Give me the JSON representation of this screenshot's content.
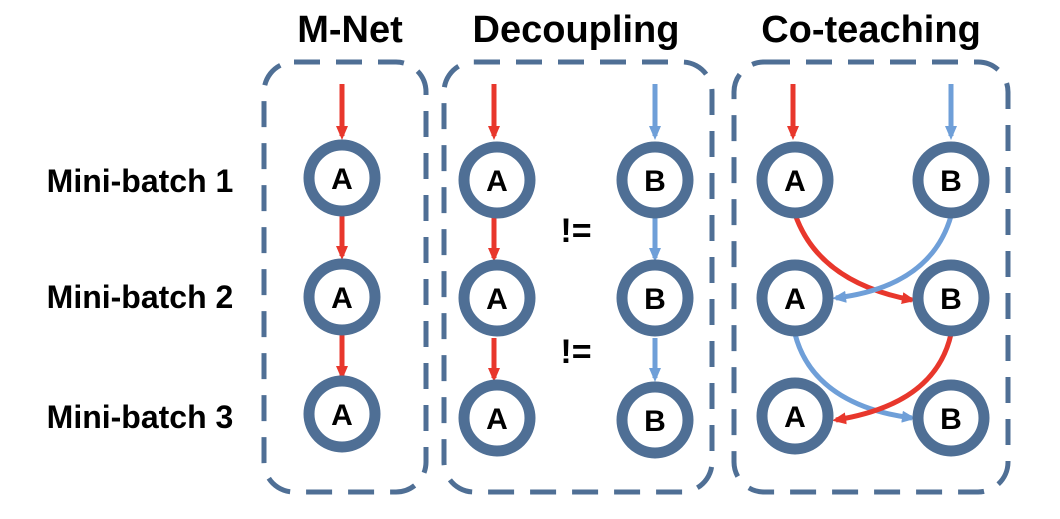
{
  "columns": {
    "mnet": {
      "title": "M-Net"
    },
    "decoupling": {
      "title": "Decoupling"
    },
    "coteaching": {
      "title": "Co-teaching"
    }
  },
  "rows": [
    {
      "label": "Mini-batch 1"
    },
    {
      "label": "Mini-batch 2"
    },
    {
      "label": "Mini-batch 3"
    }
  ],
  "nodes": {
    "a": "A",
    "b": "B"
  },
  "inequality": "!=",
  "colors": {
    "red_arrow": "#e8372c",
    "blue_arrow": "#6f9fd8",
    "node_ring": "#4f6f95",
    "dashed_box": "#4f6f95",
    "text": "#000000"
  }
}
